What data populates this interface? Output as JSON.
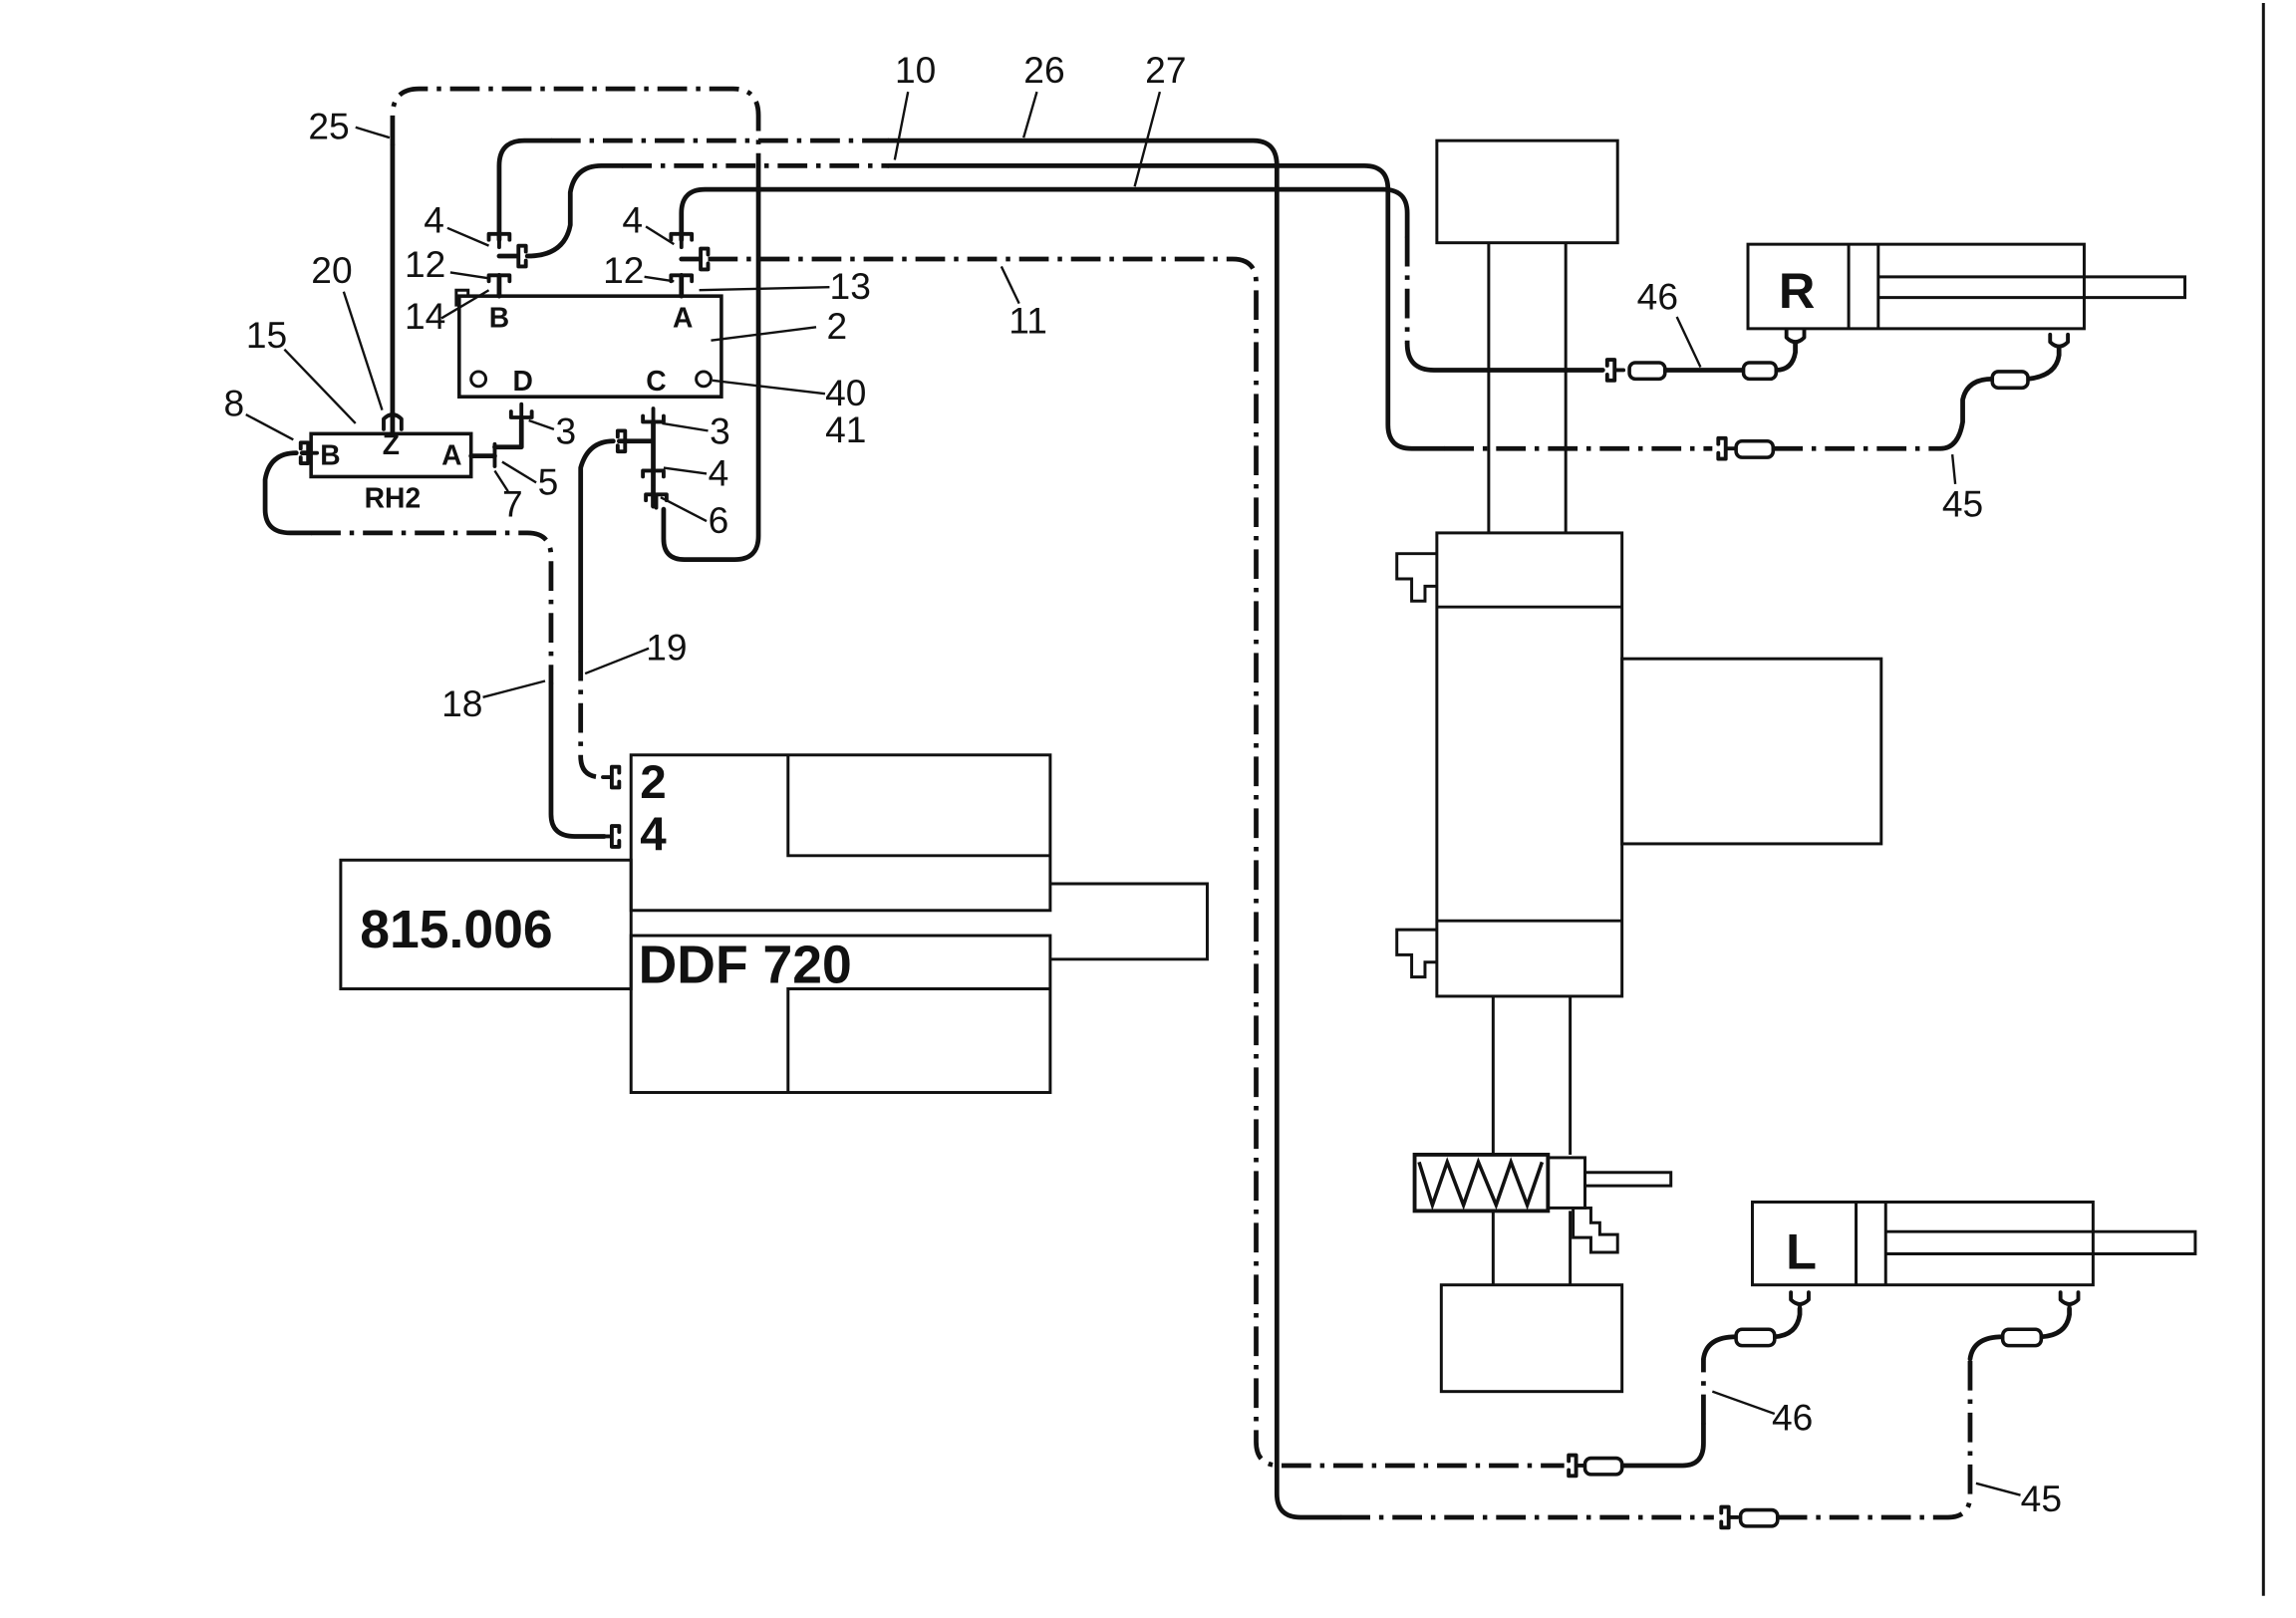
{
  "callouts": [
    "10",
    "26",
    "27",
    "25",
    "4",
    "12",
    "14",
    "4",
    "12",
    "13",
    "2",
    "11",
    "20",
    "15",
    "8",
    "40",
    "41",
    "3",
    "5",
    "7",
    "3",
    "4",
    "6",
    "19",
    "18",
    "46",
    "45",
    "46",
    "45"
  ],
  "valve_block": {
    "port_b": "B",
    "port_a": "A",
    "port_d": "D",
    "port_c": "C"
  },
  "rh2_block": {
    "name": "RH2",
    "port_b": "B",
    "port_z": "Z",
    "port_a": "A"
  },
  "control_unit": {
    "code": "815.006",
    "model": "DDF 720",
    "port_2": "2",
    "port_4": "4"
  },
  "cylinders": {
    "right": "R",
    "left": "L"
  },
  "colors": {
    "ink": "#111111",
    "paper": "#ffffff"
  }
}
